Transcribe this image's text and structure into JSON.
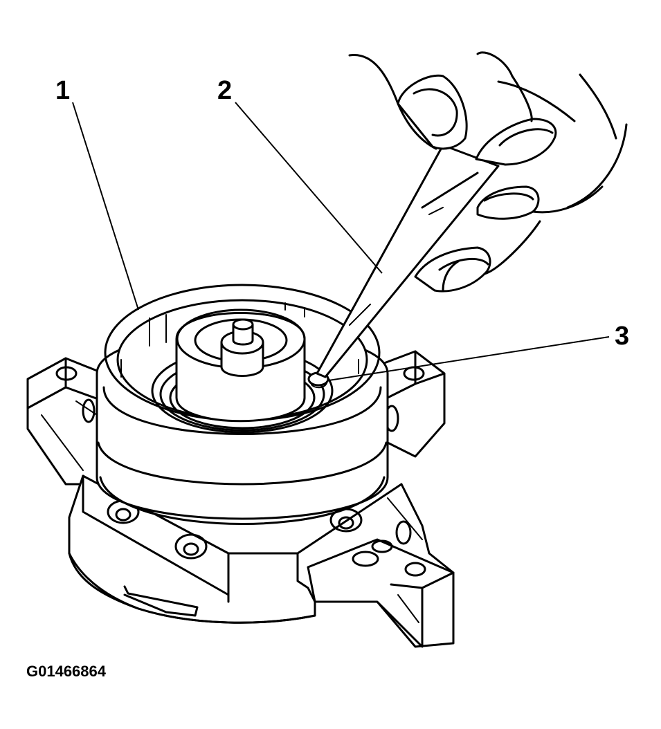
{
  "callouts": [
    {
      "number": "1"
    },
    {
      "number": "2"
    },
    {
      "number": "3"
    }
  ],
  "figure_id": "G01466864",
  "colors": {
    "line": "#000000",
    "background": "#ffffff"
  }
}
